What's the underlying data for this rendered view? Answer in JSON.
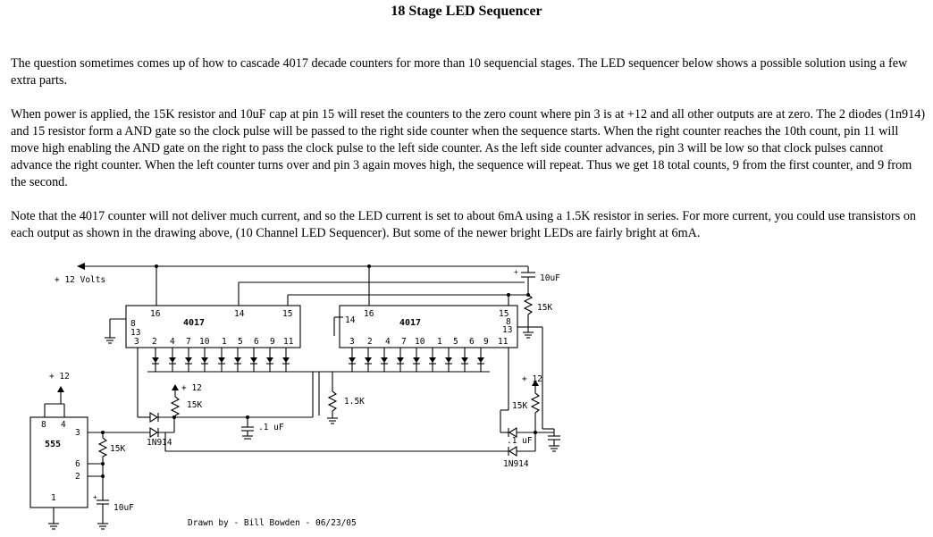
{
  "title": "18 Stage LED Sequencer",
  "paragraphs": [
    "The question sometimes comes up of how to cascade 4017 decade counters for more than 10 sequencial stages. The LED sequencer below shows a possible solution using a few extra parts.",
    "When power is applied, the 15K resistor and 10uF cap at pin 15 will reset the counters to the zero count where pin 3 is at +12 and all other outputs are at zero. The 2 diodes (1n914) and 15 resistor form a AND gate so the clock pulse will be passed to the right side counter when the sequence starts. When the right counter reaches the 10th count, pin 11 will move high enabling the AND gate on the right to pass the clock pulse to the left side counter. As the left side counter advances, pin 3 will be low so that clock pulses cannot advance the right counter. When the left counter turns over and pin 3 again moves high, the sequence will repeat. Thus we get 18 total counts, 9 from the first counter, and 9 from the second.",
    "Note that the 4017 counter will not deliver much current, and so the LED current is set to about 6mA using a 1.5K resistor in series. For more current, you could use transistors on each output as shown in the drawing above, (10 Channel LED Sequencer). But some of the newer bright LEDs are fairly bright at 6mA."
  ],
  "schematic": {
    "supply_label": "+ 12  Volts",
    "left_counter": {
      "name": "4017",
      "top_pins": [
        "16",
        "14",
        "15"
      ],
      "side_pins": [
        "8",
        "13"
      ],
      "bottom_pins": [
        "3",
        "2",
        "4",
        "7",
        "10",
        "1",
        "5",
        "6",
        "9",
        "11"
      ]
    },
    "right_counter": {
      "name": "4017",
      "top_pins": [
        "14",
        "16",
        "15"
      ],
      "side_pins": [
        "8",
        "13"
      ],
      "bottom_pins": [
        "3",
        "2",
        "4",
        "7",
        "10",
        "1",
        "5",
        "6",
        "9",
        "11"
      ]
    },
    "timer": {
      "name": "555",
      "pins": {
        "p8": "8",
        "p4": "4",
        "p3": "3",
        "p6": "6",
        "p2": "2",
        "p1": "1"
      },
      "supply": "+ 12"
    },
    "labels": {
      "cap_10uf_top": "10uF",
      "res_15k_top": "15K",
      "supply_left_and": "+ 12",
      "res_15k_left_and": "15K",
      "res_1_5k": "1.5K",
      "cap_01uf_left": ".1 uF",
      "diode_left": "1N914",
      "res_15k_555": "15K",
      "cap_10uf_555": "10uF",
      "supply_right": "+ 12",
      "res_15k_right": "15K",
      "cap_01uf_right": ".1 uF",
      "diode_right": "1N914",
      "credit": "Drawn by  -  Bill Bowden  -  06/23/05"
    }
  }
}
